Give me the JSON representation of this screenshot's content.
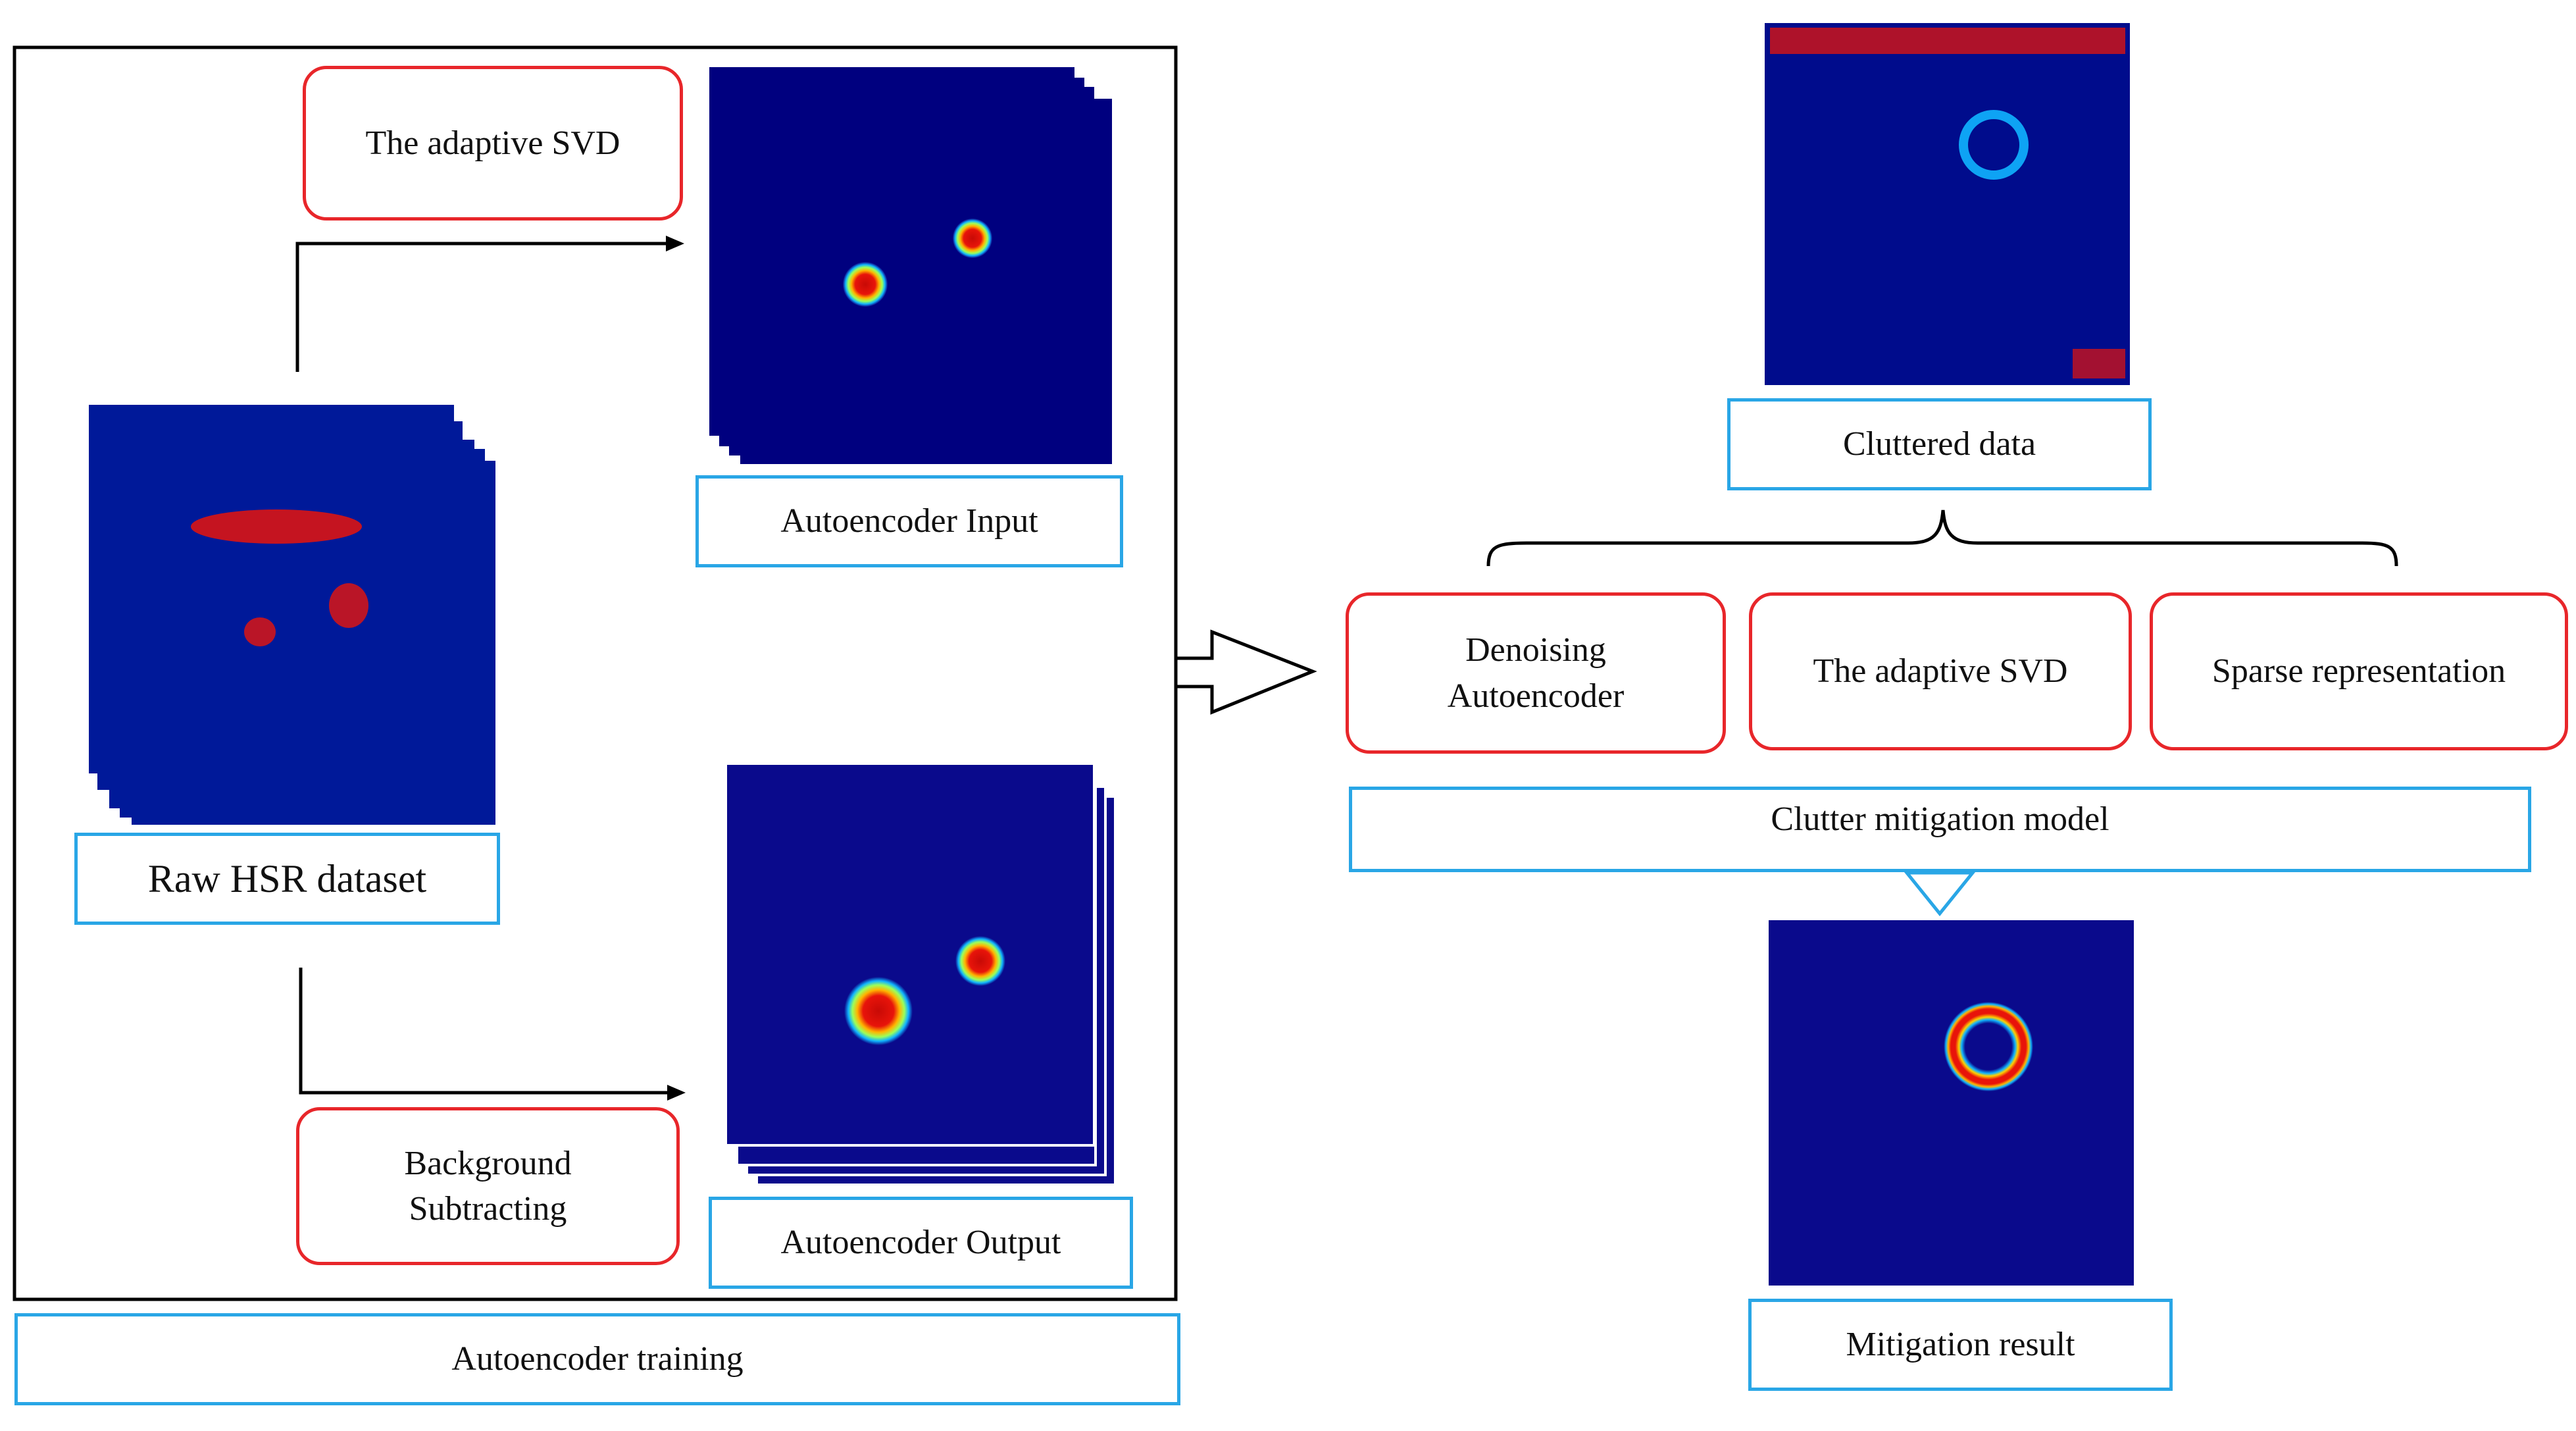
{
  "training": {
    "caption": "Autoencoder training",
    "raw_label": "Raw HSR dataset",
    "svd_label": "The adaptive SVD",
    "input_label": "Autoencoder Input",
    "bg_label_line1": "Background",
    "bg_label_line2": "Subtracting",
    "output_label": "Autoencoder Output"
  },
  "model": {
    "cluttered_label": "Cluttered data",
    "methods": [
      {
        "line1": "Denoising",
        "line2": "Autoencoder"
      },
      {
        "line1": "The adaptive SVD"
      },
      {
        "line1": "Sparse representation"
      }
    ],
    "model_label": "Clutter mitigation model",
    "result_label": "Mitigation result"
  },
  "colors": {
    "label_border": "#29a6e6",
    "method_border": "#e8262a",
    "heatmap_background": "#0a0a8c",
    "heatmap_hot": "#e8140a"
  }
}
